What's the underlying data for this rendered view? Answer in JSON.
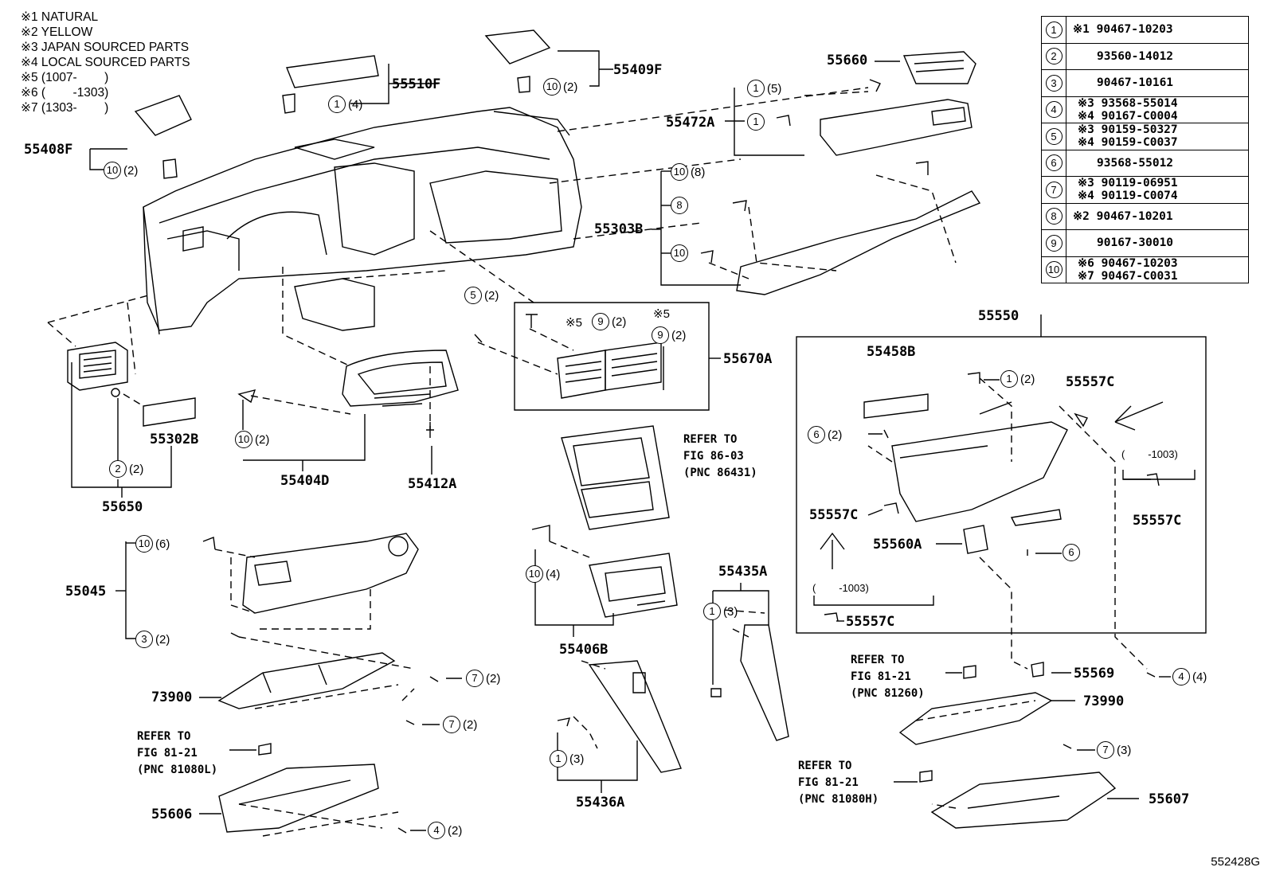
{
  "notes": [
    "※1 NATURAL",
    "※2 YELLOW",
    "※3 JAPAN SOURCED PARTS",
    "※4 LOCAL SOURCED PARTS",
    "※5 (1007-        )",
    "※6 (        -1303)",
    "※7 (1303-        )"
  ],
  "legend": [
    {
      "num": "1",
      "lines": [
        "※1 90467-10203"
      ]
    },
    {
      "num": "2",
      "lines": [
        "93560-14012"
      ]
    },
    {
      "num": "3",
      "lines": [
        "90467-10161"
      ]
    },
    {
      "num": "4",
      "lines": [
        "※3 93568-55014",
        "※4 90167-C0004"
      ]
    },
    {
      "num": "5",
      "lines": [
        "※3 90159-50327",
        "※4 90159-C0037"
      ]
    },
    {
      "num": "6",
      "lines": [
        "93568-55012"
      ]
    },
    {
      "num": "7",
      "lines": [
        "※3 90119-06951",
        "※4 90119-C0074"
      ]
    },
    {
      "num": "8",
      "lines": [
        "※2 90467-10201"
      ]
    },
    {
      "num": "9",
      "lines": [
        "90167-30010"
      ]
    },
    {
      "num": "10",
      "lines": [
        "※6 90467-10203",
        "※7 90467-C0031"
      ]
    }
  ],
  "parts": {
    "p55510F": "55510F",
    "p55409F": "55409F",
    "p55408F": "55408F",
    "p55660": "55660",
    "p55472A": "55472A",
    "p55303B": "55303B",
    "p55670A": "55670A",
    "p55302B": "55302B",
    "p55650": "55650",
    "p55404D": "55404D",
    "p55412A": "55412A",
    "p55550": "55550",
    "p55458B": "55458B",
    "p55557C_a": "55557C",
    "p55557C_b": "55557C",
    "p55557C_c": "55557C",
    "p55557C_d": "55557C",
    "p55560A": "55560A",
    "p55045": "55045",
    "p55406B": "55406B",
    "p55435A": "55435A",
    "p73900": "73900",
    "p55436A": "55436A",
    "p55606": "55606",
    "p55569": "55569",
    "p73990": "73990",
    "p55607": "55607"
  },
  "callouts": {
    "c1": {
      "n": "1",
      "q": "(4)"
    },
    "c2": {
      "n": "10",
      "q": "(2)"
    },
    "c3": {
      "n": "10",
      "q": "(2)"
    },
    "c4": {
      "n": "1",
      "q": "(5)"
    },
    "c5": {
      "n": "1",
      "q": ""
    },
    "c6": {
      "n": "10",
      "q": "(8)"
    },
    "c7": {
      "n": "8",
      "q": ""
    },
    "c8": {
      "n": "10",
      "q": ""
    },
    "c9": {
      "n": "5",
      "q": "(2)"
    },
    "c10": {
      "n": "9",
      "q": "(2)"
    },
    "c11": {
      "n": "9",
      "q": "(2)"
    },
    "c12": {
      "n": "2",
      "q": "(2)"
    },
    "c13": {
      "n": "10",
      "q": "(2)"
    },
    "c14": {
      "n": "1",
      "q": "(2)"
    },
    "c15": {
      "n": "6",
      "q": "(2)"
    },
    "c16": {
      "n": "6",
      "q": ""
    },
    "c17": {
      "n": "10",
      "q": "(6)"
    },
    "c18": {
      "n": "3",
      "q": "(2)"
    },
    "c19": {
      "n": "7",
      "q": "(2)"
    },
    "c20": {
      "n": "7",
      "q": "(2)"
    },
    "c21": {
      "n": "10",
      "q": "(4)"
    },
    "c22": {
      "n": "1",
      "q": "(3)"
    },
    "c23": {
      "n": "1",
      "q": "(3)"
    },
    "c24": {
      "n": "4",
      "q": "(2)"
    },
    "c25": {
      "n": "4",
      "q": "(4)"
    },
    "c26": {
      "n": "7",
      "q": "(3)"
    }
  },
  "star5_a": "※5",
  "star5_b": "※5",
  "ranges": {
    "r1": "(        -1003)",
    "r2": "(        -1003)"
  },
  "refs": {
    "ref1": "REFER TO\nFIG 86-03\n(PNC 86431)",
    "ref2": "REFER TO\nFIG 81-21\n(PNC 81260)",
    "ref3": "REFER TO\nFIG 81-21\n(PNC 81080L)",
    "ref4": "REFER TO\nFIG 81-21\n(PNC 81080H)"
  },
  "figure_id": "552428G"
}
